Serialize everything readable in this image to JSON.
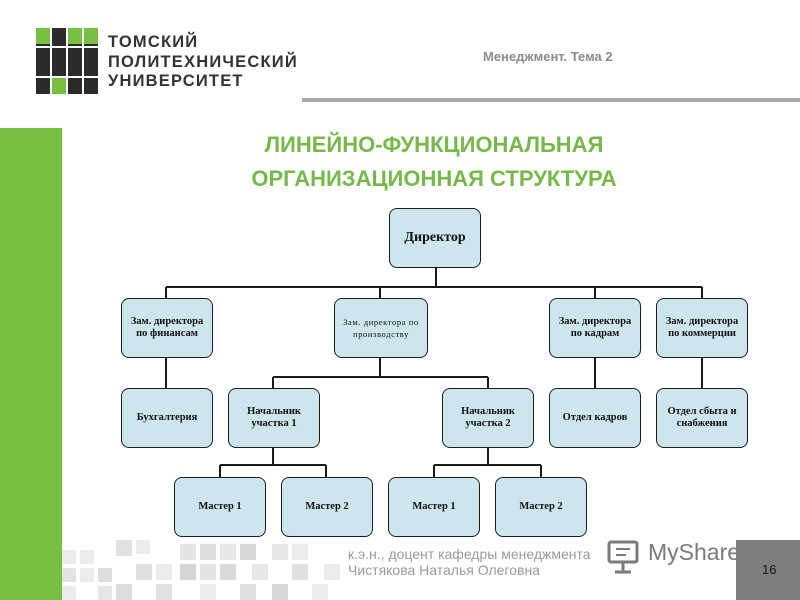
{
  "header": {
    "university_lines": [
      "ТОМСКИЙ",
      "ПОЛИТЕХНИЧЕСКИЙ",
      "УНИВЕРСИТЕТ"
    ],
    "topic": "Менеджмент. Тема 2"
  },
  "slide": {
    "title_lines": [
      "ЛИНЕЙНО-ФУНКЦИОНАЛЬНАЯ",
      "ОРГАНИЗАЦИОННАЯ СТРУКТУРА"
    ]
  },
  "org_chart": {
    "director": "Директор",
    "deputies": {
      "finance": "Зам. директора по финансам",
      "production": "Зам. директора по производству",
      "hr": "Зам. директора по кадрам",
      "commerce": "Зам. директора по коммерции"
    },
    "departments": {
      "accounting": "Бухгалтерия",
      "hr_department": "Отдел кадров",
      "sales_supply": "Отдел сбыта и снабжения"
    },
    "section_heads": {
      "section1": "Начальник участка 1",
      "section2": "Начальник участка 2"
    },
    "masters": {
      "s1_m1": "Мастер 1",
      "s1_m2": "Мастер 2",
      "s2_m1": "Мастер 1",
      "s2_m2": "Мастер 2"
    }
  },
  "footer": {
    "author_line1": "к.э.н., доцент кафедры менеджмента",
    "author_line2": "Чистякова Наталья Олеговна",
    "watermark": "MyShared",
    "page_number": "16"
  },
  "colors": {
    "brand_green": "#77c043",
    "title_green": "#77b84a",
    "box_fill": "#cde6ee",
    "logo_dark": "#2b2b2b"
  }
}
